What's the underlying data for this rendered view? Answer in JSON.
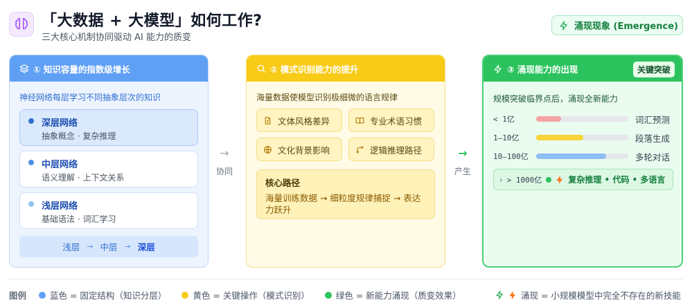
{
  "header": {
    "title": "「大数据 + 大模型」如何工作?",
    "subtitle": "三大核心机制协同驱动 AI 能力的质变",
    "badge": "涌现现象 (Emergence)"
  },
  "panel1": {
    "title": "① 知识容量的指数级增长",
    "intro": "神经网络每层学习不同抽象层次的知识",
    "layers": [
      {
        "name": "深层网络",
        "desc": "抽象概念 · 复杂推理"
      },
      {
        "name": "中层网络",
        "desc": "语义理解 · 上下文关系"
      },
      {
        "name": "浅层网络",
        "desc": "基础语法 · 词汇学习"
      }
    ],
    "flow": [
      "浅层",
      "中层",
      "深层"
    ]
  },
  "connector1": "协同",
  "panel2": {
    "title": "② 模式识别能力的提升",
    "intro": "海量数据使模型识别极细微的语言规律",
    "tiles": [
      "文体风格差异",
      "专业术语习惯",
      "文化背景影响",
      "逻辑推理路径"
    ],
    "core_title": "核心路径",
    "core_desc": "海量训练数据 → 细粒度规律捕捉 → 表达力跃升"
  },
  "connector2": "产生",
  "panel3": {
    "title": "③ 涌现能力的出现",
    "badge": "关键突破",
    "intro": "规模突破临界点后，涌现全新能力",
    "rows": [
      {
        "label": "< 1亿",
        "desc": "词汇预测",
        "level": 0.27,
        "color": "#f4a3a3"
      },
      {
        "label": "1–10亿",
        "desc": "段落生成",
        "level": 0.51,
        "color": "#f8d33a"
      },
      {
        "label": "10–100亿",
        "desc": "多轮对话",
        "level": 0.76,
        "color": "#8fbdf4"
      }
    ],
    "threshold_label": "> 1000亿",
    "threshold_text": "复杂推理 • 代码 • 多语言"
  },
  "legend": {
    "title": "图例",
    "items": [
      {
        "color": "#5fa0f4",
        "text": "蓝色 = 固定结构（知识分层）"
      },
      {
        "color": "#f8cb17",
        "text": "黄色 = 关键操作（模式识别）"
      },
      {
        "color": "#2cc35e",
        "text": "绿色 = 新能力涌现（质变效果）"
      }
    ],
    "note": "涌现 = 小规模模型中完全不存在的新技能"
  },
  "colors": {
    "blue": "#5fa0f4",
    "yellow": "#f8cb17",
    "green": "#2cc35e",
    "purple": "#a855f7"
  }
}
